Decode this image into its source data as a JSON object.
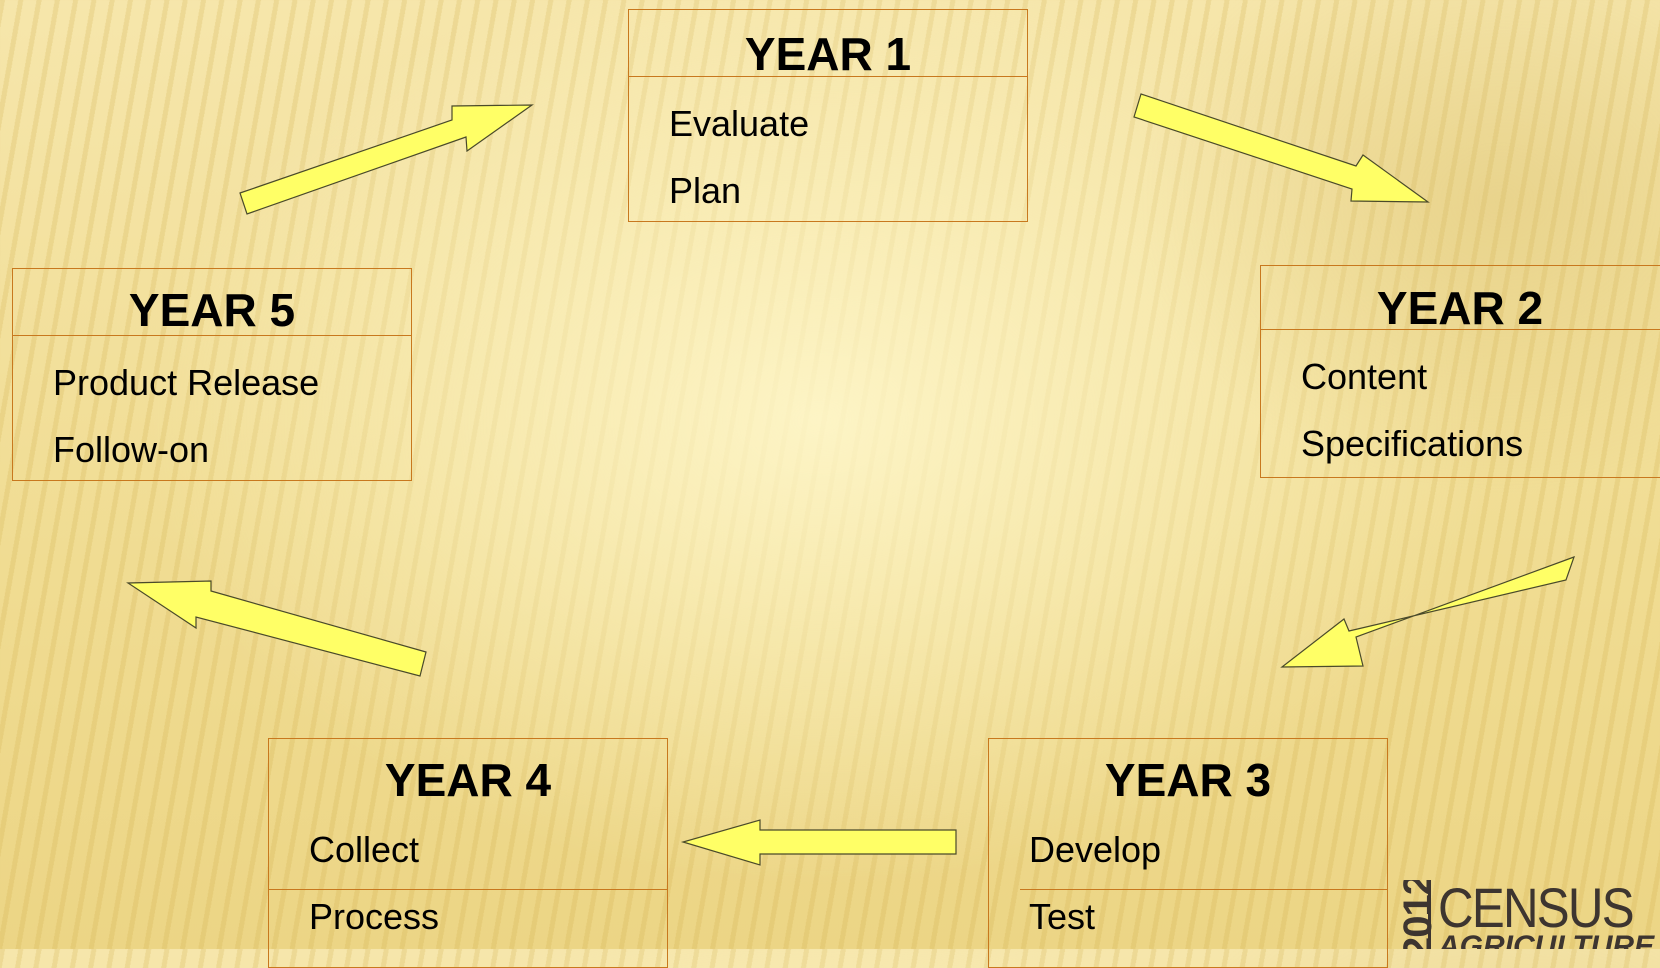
{
  "diagram": {
    "boxes": {
      "year1": {
        "title": "YEAR 1",
        "items": [
          "Evaluate",
          "Plan"
        ]
      },
      "year2": {
        "title": "YEAR 2",
        "items": [
          "Content",
          "Specifications"
        ]
      },
      "year3": {
        "title": "YEAR 3",
        "items": [
          "Develop",
          "Test"
        ]
      },
      "year4": {
        "title": "YEAR 4",
        "items": [
          "Collect",
          "Process"
        ]
      },
      "year5": {
        "title": "YEAR 5",
        "items": [
          "Product Release",
          "Follow-on"
        ]
      }
    },
    "arrow_color": "#ffff66",
    "border_color": "#c8781e",
    "flow": [
      "YEAR 1",
      "YEAR 2",
      "YEAR 3",
      "YEAR 4",
      "YEAR 5",
      "YEAR 1"
    ]
  },
  "logo": {
    "year": "2012",
    "word": "CENSUS",
    "sub": "AGRICULTURE"
  }
}
